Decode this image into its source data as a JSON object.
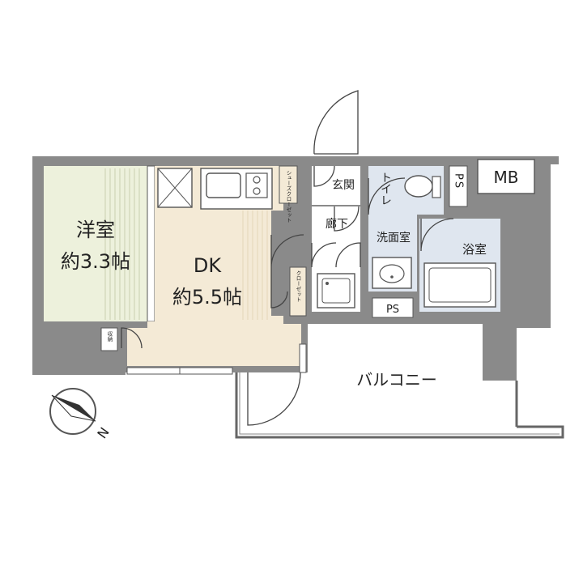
{
  "rooms": {
    "western_room": {
      "name": "洋室",
      "size": "約3.3帖"
    },
    "dk": {
      "name": "DK",
      "size": "約5.5帖"
    },
    "entrance": "玄関",
    "corridor": "廊下",
    "toilet": "トイレ",
    "washroom": "洗面室",
    "bathroom": "浴室",
    "balcony": "バルコニー"
  },
  "storage": {
    "shoe_closet": "シューズクローゼット",
    "closet": "クローゼット",
    "small_storage": "収納"
  },
  "utilities": {
    "ps_top": "PS",
    "ps_bottom": "PS",
    "mb": "MB"
  },
  "compass": {
    "north_label": "N"
  },
  "colors": {
    "wall": "#8a8a8a",
    "western_floor": "#edf1dc",
    "dk_floor": "#f4ead6",
    "wet_floor": "#dfe6ef",
    "line": "#444444"
  }
}
